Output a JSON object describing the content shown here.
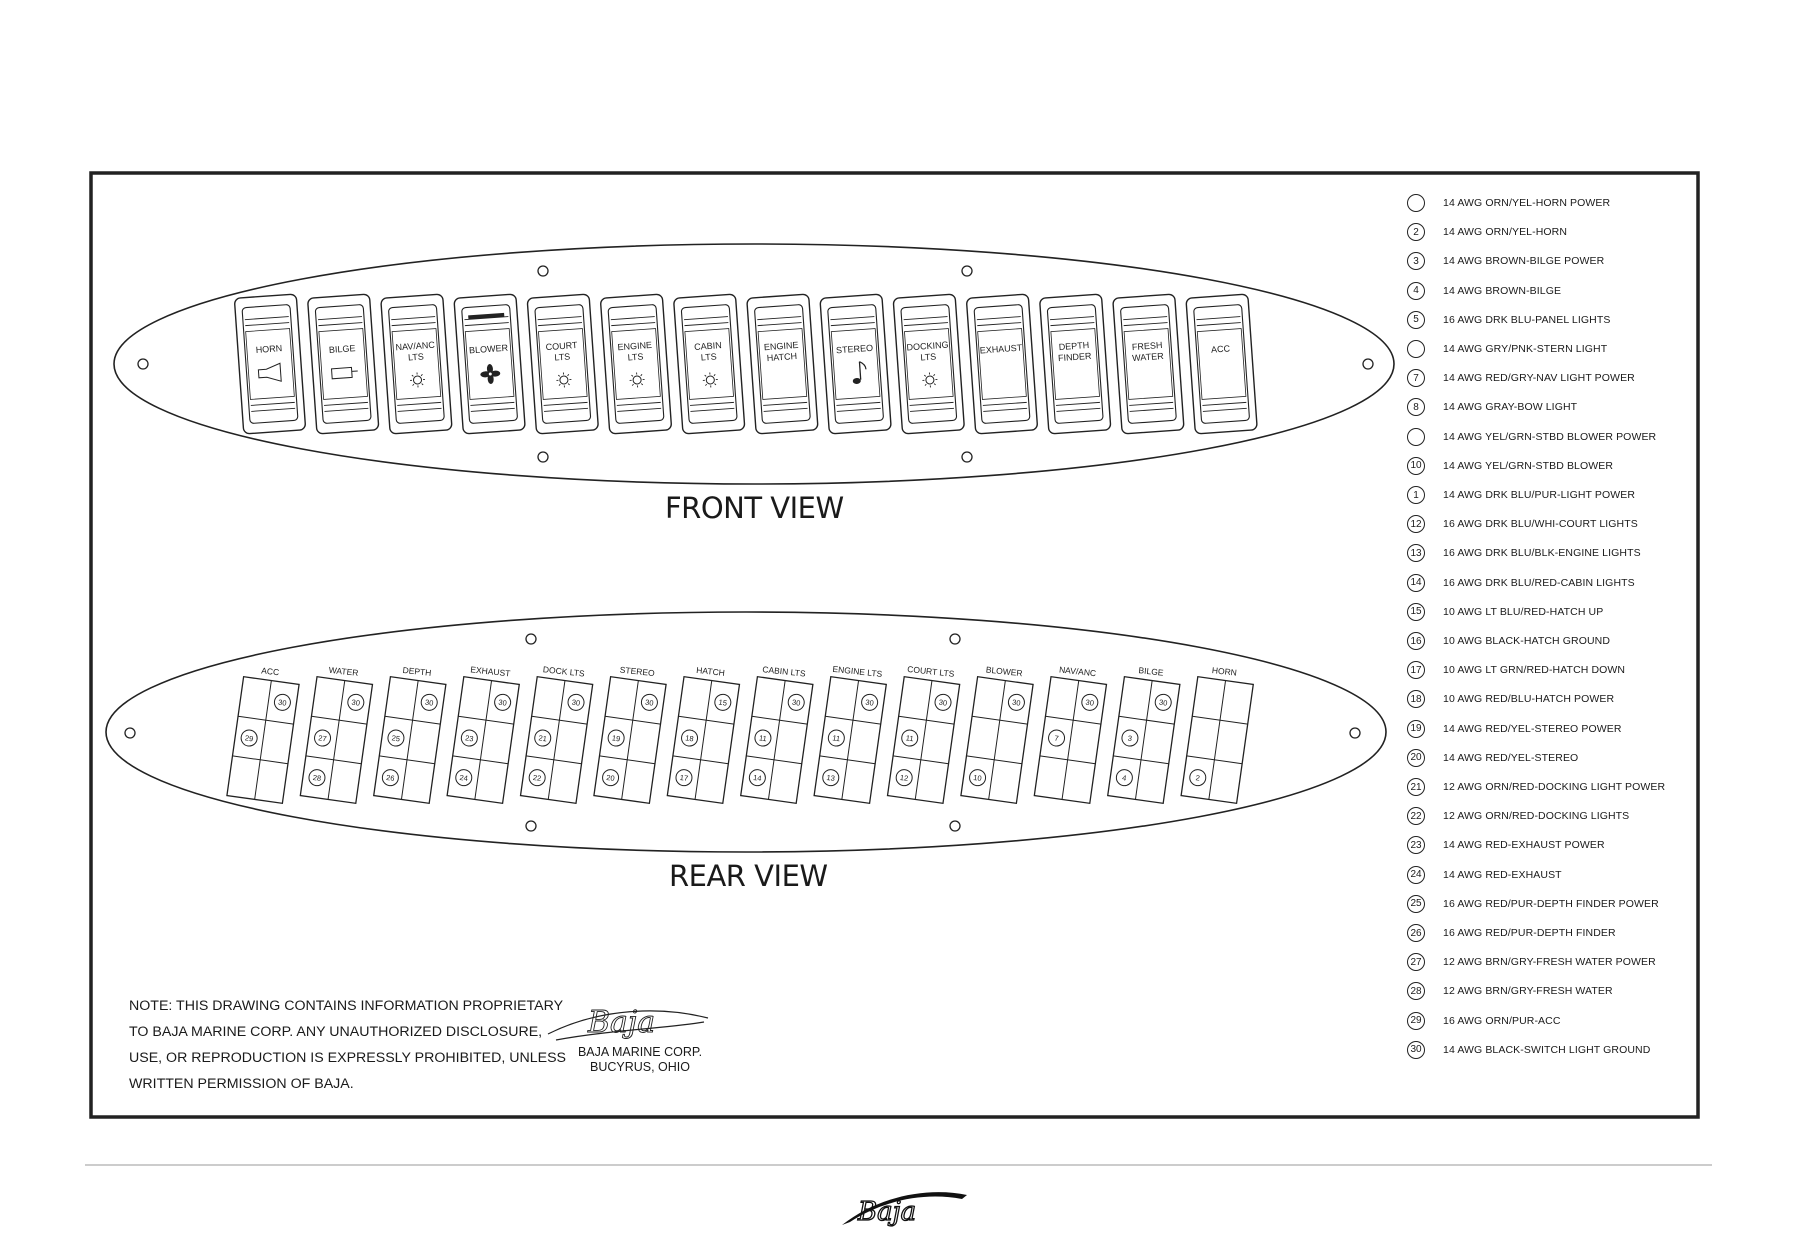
{
  "views": {
    "front": "FRONT VIEW",
    "rear": "REAR VIEW"
  },
  "front_switches": [
    {
      "lines": [
        "HORN"
      ],
      "icon": "horn-icon"
    },
    {
      "lines": [
        "BILGE"
      ],
      "icon": "bilge-icon"
    },
    {
      "lines": [
        "NAV/ANC",
        "LTS"
      ],
      "icon": "light-icon"
    },
    {
      "lines": [
        "BLOWER"
      ],
      "icon": "fan-icon"
    },
    {
      "lines": [
        "COURT",
        "LTS"
      ],
      "icon": "light-icon"
    },
    {
      "lines": [
        "ENGINE",
        "LTS"
      ],
      "icon": "light-icon"
    },
    {
      "lines": [
        "CABIN",
        "LTS"
      ],
      "icon": "light-icon"
    },
    {
      "lines": [
        "ENGINE",
        "HATCH"
      ],
      "icon": ""
    },
    {
      "lines": [
        "STEREO"
      ],
      "icon": "music-note-icon"
    },
    {
      "lines": [
        "DOCKING",
        "LTS"
      ],
      "icon": "light-icon"
    },
    {
      "lines": [
        "EXHAUST"
      ],
      "icon": ""
    },
    {
      "lines": [
        "DEPTH",
        "FINDER"
      ],
      "icon": ""
    },
    {
      "lines": [
        "FRESH",
        "WATER"
      ],
      "icon": ""
    },
    {
      "lines": [
        "ACC"
      ],
      "icon": ""
    }
  ],
  "rear_switches": [
    {
      "label": "ACC",
      "top": "30",
      "mid": "29",
      "bot": ""
    },
    {
      "label": "WATER",
      "top": "30",
      "mid": "27",
      "bot": "28"
    },
    {
      "label": "DEPTH",
      "top": "30",
      "mid": "25",
      "bot": "26"
    },
    {
      "label": "EXHAUST",
      "top": "30",
      "mid": "23",
      "bot": "24"
    },
    {
      "label": "DOCK LTS",
      "top": "30",
      "mid": "21",
      "bot": "22"
    },
    {
      "label": "STEREO",
      "top": "30",
      "mid": "19",
      "bot": "20"
    },
    {
      "label": "HATCH",
      "top": "15",
      "mid": "18",
      "bot": "17"
    },
    {
      "label": "CABIN LTS",
      "top": "30",
      "mid": "11",
      "bot": "14"
    },
    {
      "label": "ENGINE LTS",
      "top": "30",
      "mid": "11",
      "bot": "13"
    },
    {
      "label": "COURT LTS",
      "top": "30",
      "mid": "11",
      "bot": "12"
    },
    {
      "label": "BLOWER",
      "top": "30",
      "mid": "",
      "bot": "10"
    },
    {
      "label": "NAV/ANC",
      "top": "30",
      "mid": "7",
      "bot": ""
    },
    {
      "label": "BILGE",
      "top": "30",
      "mid": "3",
      "bot": "4"
    },
    {
      "label": "HORN",
      "top": "",
      "mid": "",
      "bot": "2"
    }
  ],
  "wire_legend": [
    {
      "num": "",
      "label": "14 AWG ORN/YEL-HORN POWER"
    },
    {
      "num": "2",
      "label": "14 AWG ORN/YEL-HORN"
    },
    {
      "num": "3",
      "label": "14 AWG BROWN-BILGE POWER"
    },
    {
      "num": "4",
      "label": "14 AWG BROWN-BILGE"
    },
    {
      "num": "5",
      "label": "16 AWG DRK BLU-PANEL LIGHTS"
    },
    {
      "num": "",
      "label": "14 AWG GRY/PNK-STERN LIGHT"
    },
    {
      "num": "7",
      "label": "14 AWG RED/GRY-NAV LIGHT POWER"
    },
    {
      "num": "8",
      "label": "14 AWG GRAY-BOW LIGHT"
    },
    {
      "num": "",
      "label": "14 AWG YEL/GRN-STBD BLOWER POWER"
    },
    {
      "num": "10",
      "label": "14 AWG YEL/GRN-STBD BLOWER"
    },
    {
      "num": "1",
      "label": "14 AWG DRK BLU/PUR-LIGHT POWER"
    },
    {
      "num": "12",
      "label": "16 AWG DRK BLU/WHI-COURT LIGHTS"
    },
    {
      "num": "13",
      "label": "16 AWG DRK BLU/BLK-ENGINE LIGHTS"
    },
    {
      "num": "14",
      "label": "16 AWG DRK BLU/RED-CABIN LIGHTS"
    },
    {
      "num": "15",
      "label": "10 AWG LT BLU/RED-HATCH UP"
    },
    {
      "num": "16",
      "label": "10 AWG BLACK-HATCH GROUND"
    },
    {
      "num": "17",
      "label": "10 AWG LT GRN/RED-HATCH DOWN"
    },
    {
      "num": "18",
      "label": "10 AWG RED/BLU-HATCH POWER"
    },
    {
      "num": "19",
      "label": "14 AWG RED/YEL-STEREO POWER"
    },
    {
      "num": "20",
      "label": "14 AWG RED/YEL-STEREO"
    },
    {
      "num": "21",
      "label": "12 AWG ORN/RED-DOCKING LIGHT POWER"
    },
    {
      "num": "22",
      "label": "12 AWG ORN/RED-DOCKING LIGHTS"
    },
    {
      "num": "23",
      "label": "14 AWG RED-EXHAUST POWER"
    },
    {
      "num": "24",
      "label": "14 AWG RED-EXHAUST"
    },
    {
      "num": "25",
      "label": "16 AWG RED/PUR-DEPTH FINDER POWER"
    },
    {
      "num": "26",
      "label": "16 AWG RED/PUR-DEPTH FINDER"
    },
    {
      "num": "27",
      "label": "12 AWG BRN/GRY-FRESH WATER POWER"
    },
    {
      "num": "28",
      "label": "12 AWG BRN/GRY-FRESH WATER"
    },
    {
      "num": "29",
      "label": "16 AWG ORN/PUR-ACC"
    },
    {
      "num": "30",
      "label": "14 AWG BLACK-SWITCH LIGHT GROUND"
    }
  ],
  "note": "NOTE: THIS DRAWING CONTAINS INFORMATION PROPRIETARY TO BAJA MARINE CORP. ANY UNAUTHORIZED DISCLOSURE, USE, OR REPRODUCTION IS EXPRESSLY PROHIBITED, UNLESS WRITTEN PERMISSION OF BAJA.",
  "corp": {
    "name": "BAJA MARINE CORP.",
    "city": "BUCYRUS, OHIO"
  },
  "logo_text": "Baja",
  "colors": {
    "ink": "#1a1a1a",
    "paper": "#ffffff",
    "frame": "#222222"
  }
}
